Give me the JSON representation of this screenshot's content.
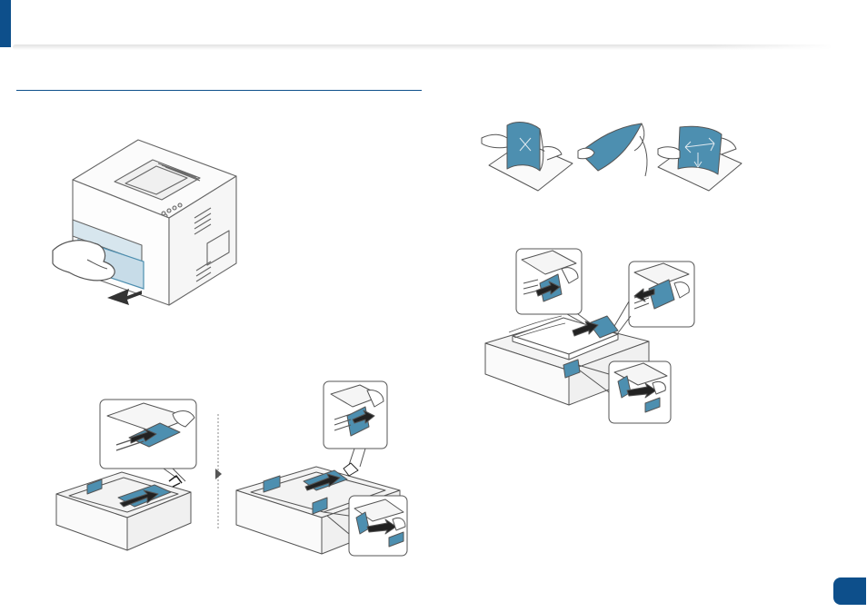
{
  "colors": {
    "brand": "#0d4f8b",
    "accent_blue": "#4d8fb0",
    "line": "#555555"
  },
  "illustrations": [
    {
      "name": "printer-open-tray",
      "icon": "printer-icon"
    },
    {
      "name": "flex-paper-stack",
      "icon": "paper-stack-icon"
    },
    {
      "name": "adjust-tray-length",
      "icon": "tray-icon"
    },
    {
      "name": "adjust-tray-guides",
      "icon": "tray-icon"
    },
    {
      "name": "load-paper-tray",
      "icon": "tray-icon"
    }
  ],
  "page_number": ""
}
